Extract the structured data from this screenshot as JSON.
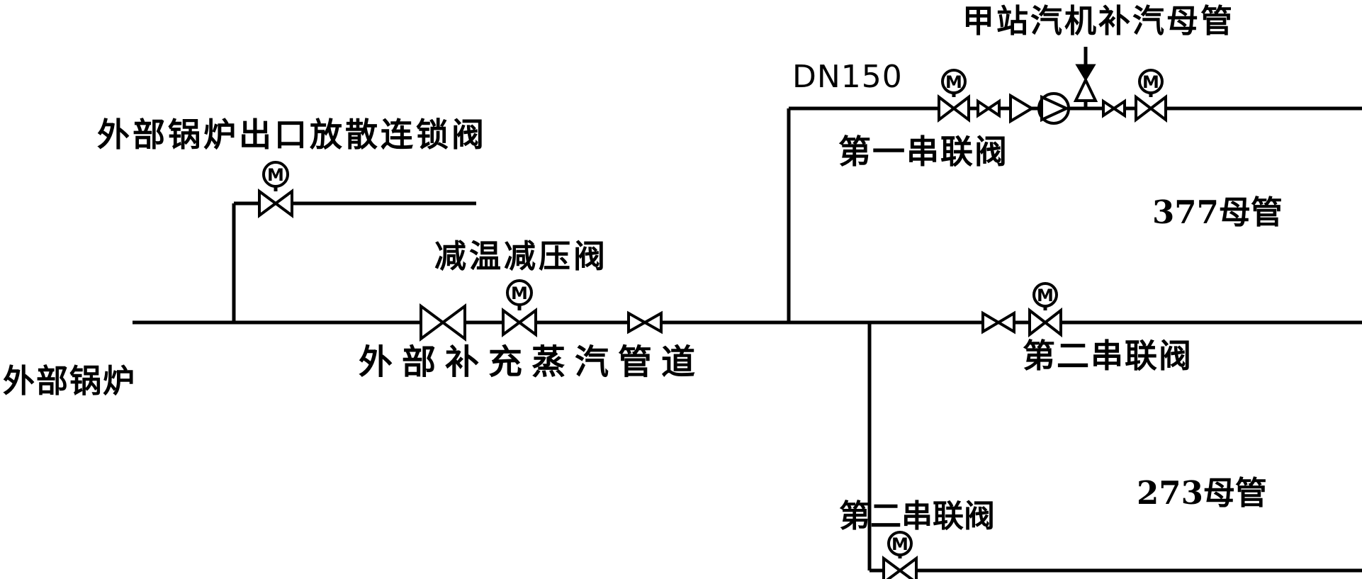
{
  "diagram": {
    "background_color": "#ffffff",
    "line_color": "#000000",
    "labels": {
      "station_header": "甲站汽机补汽母管",
      "dn150": "DN150",
      "first_series_valve": "第一串联阀",
      "header_377": "377母管",
      "boiler_vent_interlock_valve": "外部锅炉出口放散连锁阀",
      "reducing_valve": "减温减压阀",
      "supply_pipeline": "外部补充蒸汽管道",
      "external_boiler": "外部锅炉",
      "second_series_valve_mid": "第二串联阀",
      "header_273": "273母管",
      "second_series_valve_bottom": "第二串联阀",
      "motor_actuator": "M"
    }
  }
}
